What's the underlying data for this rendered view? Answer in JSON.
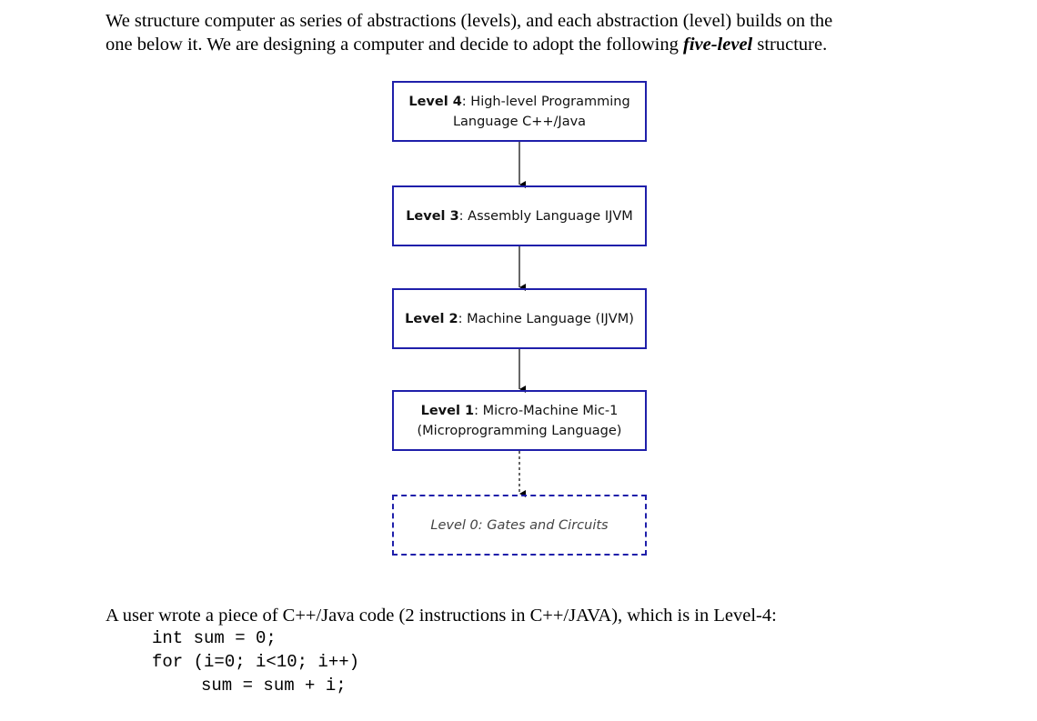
{
  "intro": {
    "line1": "We structure computer as series of abstractions (levels), and each abstraction (level) builds on the",
    "line2_before": "one below it. We are designing a computer and decide to adopt the following ",
    "line2_emph": "five-level",
    "line2_after": " structure."
  },
  "levels": [
    {
      "label": "Level 4",
      "text_a": ": High-level Programming",
      "text_b": "Language C++/Java"
    },
    {
      "label": "Level 3",
      "text": ": Assembly Language IJVM"
    },
    {
      "label": "Level 2",
      "text": ": Machine Language (IJVM)"
    },
    {
      "label": "Level 1",
      "text_a": ": Micro-Machine Mic-1",
      "text_b": "(Microprogramming Language)"
    },
    {
      "text": "Level 0: Gates and Circuits"
    }
  ],
  "user_text": "A user wrote a piece of C++/Java code (2 instructions in C++/JAVA), which is in Level-4:",
  "code": {
    "line1": "int sum = 0;",
    "line2": "for (i=0; i<10; i++)",
    "line3": "sum = sum + i;"
  }
}
